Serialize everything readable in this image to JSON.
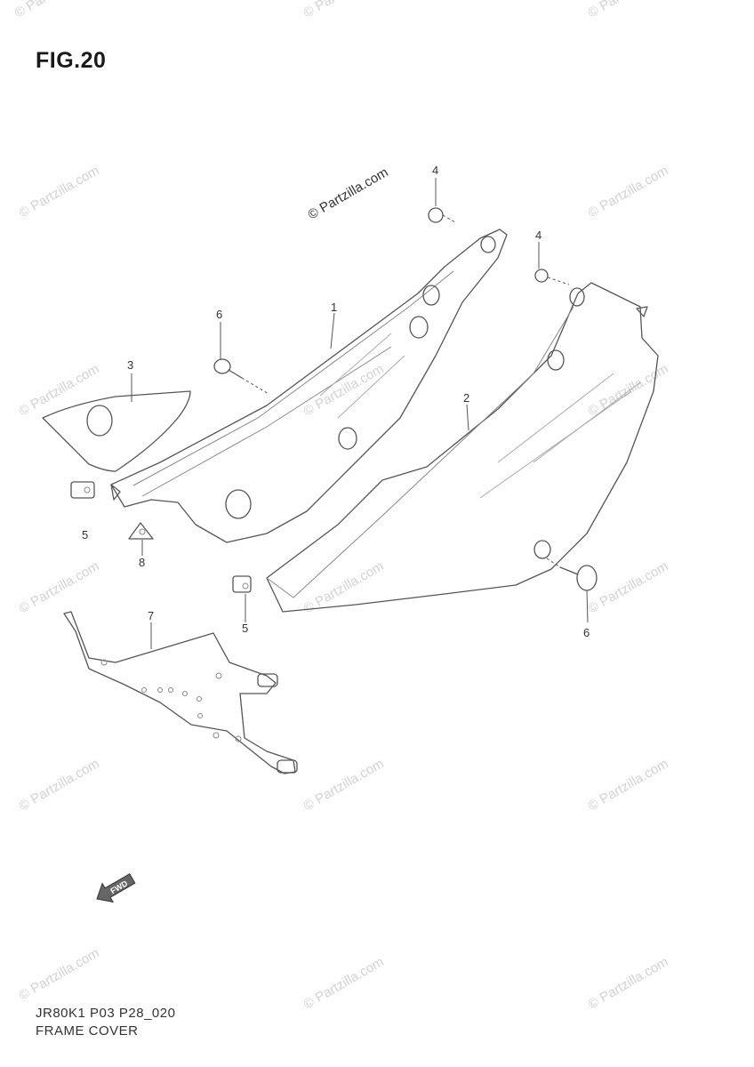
{
  "figure": {
    "title": "FIG.20"
  },
  "footer": {
    "model_code": "JR80K1 P03 P28_020",
    "section_name": "FRAME COVER"
  },
  "watermark": {
    "text": "© Partzilla.com"
  },
  "fwd_label": "FWD",
  "callouts": {
    "frame_cover_left": "1",
    "frame_cover_right": "2",
    "cover_3": "3",
    "bolt_top_left": "4",
    "bolt_top_right": "4",
    "nut_left": "5",
    "nut_center": "5",
    "screw_left": "6",
    "screw_right": "6",
    "bracket": "7",
    "clip": "8"
  }
}
